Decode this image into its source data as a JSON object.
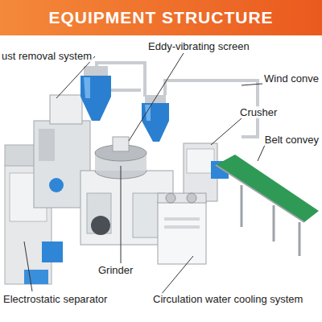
{
  "diagram": {
    "title": "EQUIPMENT STRUCTURE",
    "labels": [
      "ust removal system",
      "Eddy-vibrating screen",
      "Wind conve",
      "Crusher",
      "Belt convey",
      "Grinder",
      "Electrostatic separator",
      "Circulation water cooling system"
    ]
  }
}
